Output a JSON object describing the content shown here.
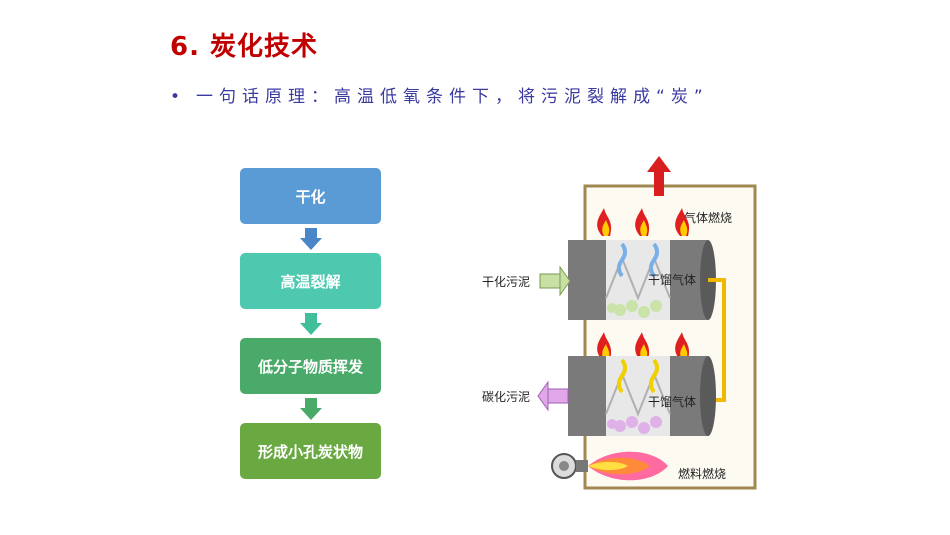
{
  "slide": {
    "title": "6. 炭化技术",
    "bullet": "一句话原理：高温低氧条件下，将污泥裂解成“炭”"
  },
  "flow": {
    "steps": [
      "干化",
      "高温裂解",
      "低分子物质挥发",
      "形成小孔炭状物"
    ],
    "colors": [
      "#5b9bd5",
      "#4ec9b0",
      "#4aaa6a",
      "#6aa842"
    ]
  },
  "diagram": {
    "labels": {
      "gas_burn": "气体燃烧",
      "dry_sludge": "干化污泥",
      "dry_gas_top": "干馏气体",
      "carbon_sludge": "碳化污泥",
      "dry_gas_bottom": "干馏气体",
      "fuel_burn": "燃料燃烧"
    }
  }
}
